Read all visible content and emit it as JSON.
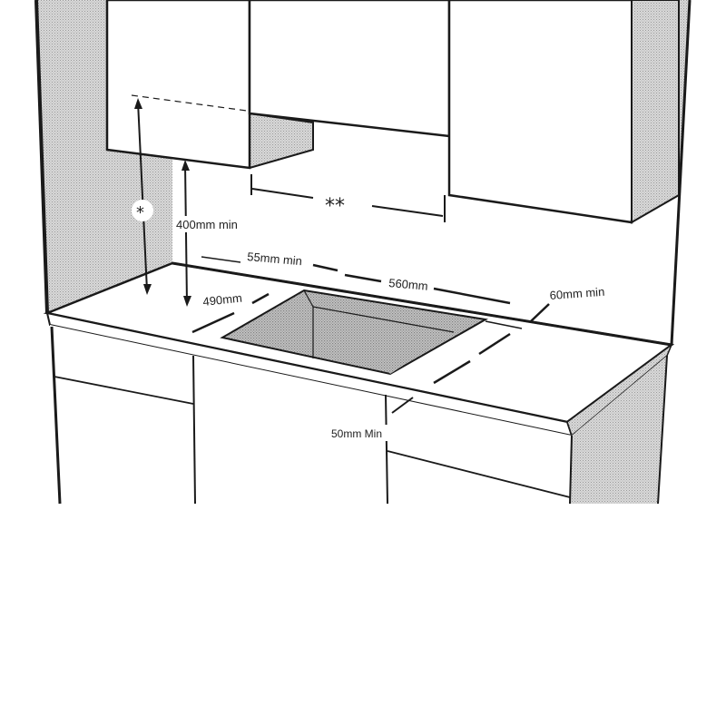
{
  "diagram": {
    "labels": {
      "clearance_height": "400mm min",
      "rear_clearance": "55mm min",
      "cutout_width": "560mm",
      "cutout_depth": "490mm",
      "side_clearance": "60mm min",
      "front_clearance": "50mm Min",
      "cabinet_height_marker": "*",
      "cabinet_gap_marker": "**"
    },
    "colors": {
      "line": "#1a1a1a",
      "wall_shade": "#cfcfcf",
      "cutout_shade": "#bdbdbd",
      "surface": "#ffffff"
    }
  }
}
